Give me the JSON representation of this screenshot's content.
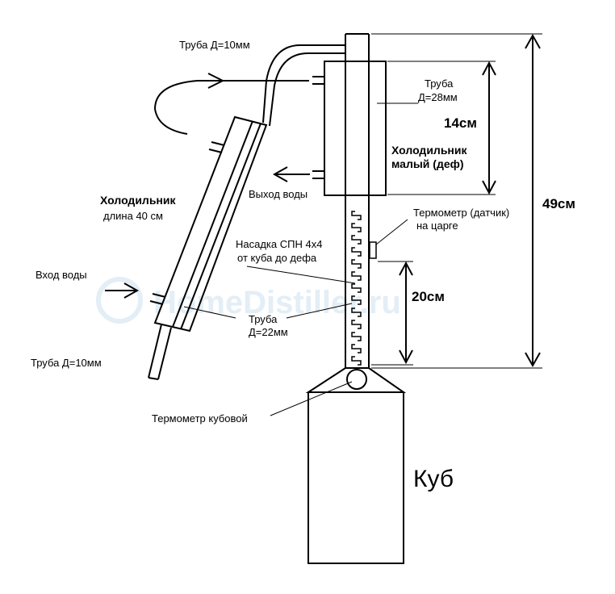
{
  "labels": {
    "top_pipe": "Труба Д=10мм",
    "pipe28_l1": "Труба",
    "pipe28_l2": "Д=28мм",
    "dim14": "14см",
    "small_cooler_l1": "Холодильник",
    "small_cooler_l2": "малый (деф)",
    "water_out": "Выход воды",
    "dim49": "49см",
    "thermo_col_l1": "Термометр (датчик)",
    "thermo_col_l2": "на царге",
    "long_cooler_l1": "Холодильник",
    "long_cooler_l2": "длина 40 см",
    "packing_l1": "Насадка СПН 4х4",
    "packing_l2": "от куба до дефа",
    "dim20": "20см",
    "water_in": "Вход воды",
    "pipe22_l1": "Труба",
    "pipe22_l2": "Д=22мм",
    "bottom_pipe": "Труба Д=10мм",
    "thermo_kub": "Термометр кубовой",
    "kub": "Куб",
    "watermark": "HomeDistiller.ru"
  },
  "colors": {
    "line": "#000000",
    "watermark": "#e3eef6",
    "background": "#ffffff"
  }
}
